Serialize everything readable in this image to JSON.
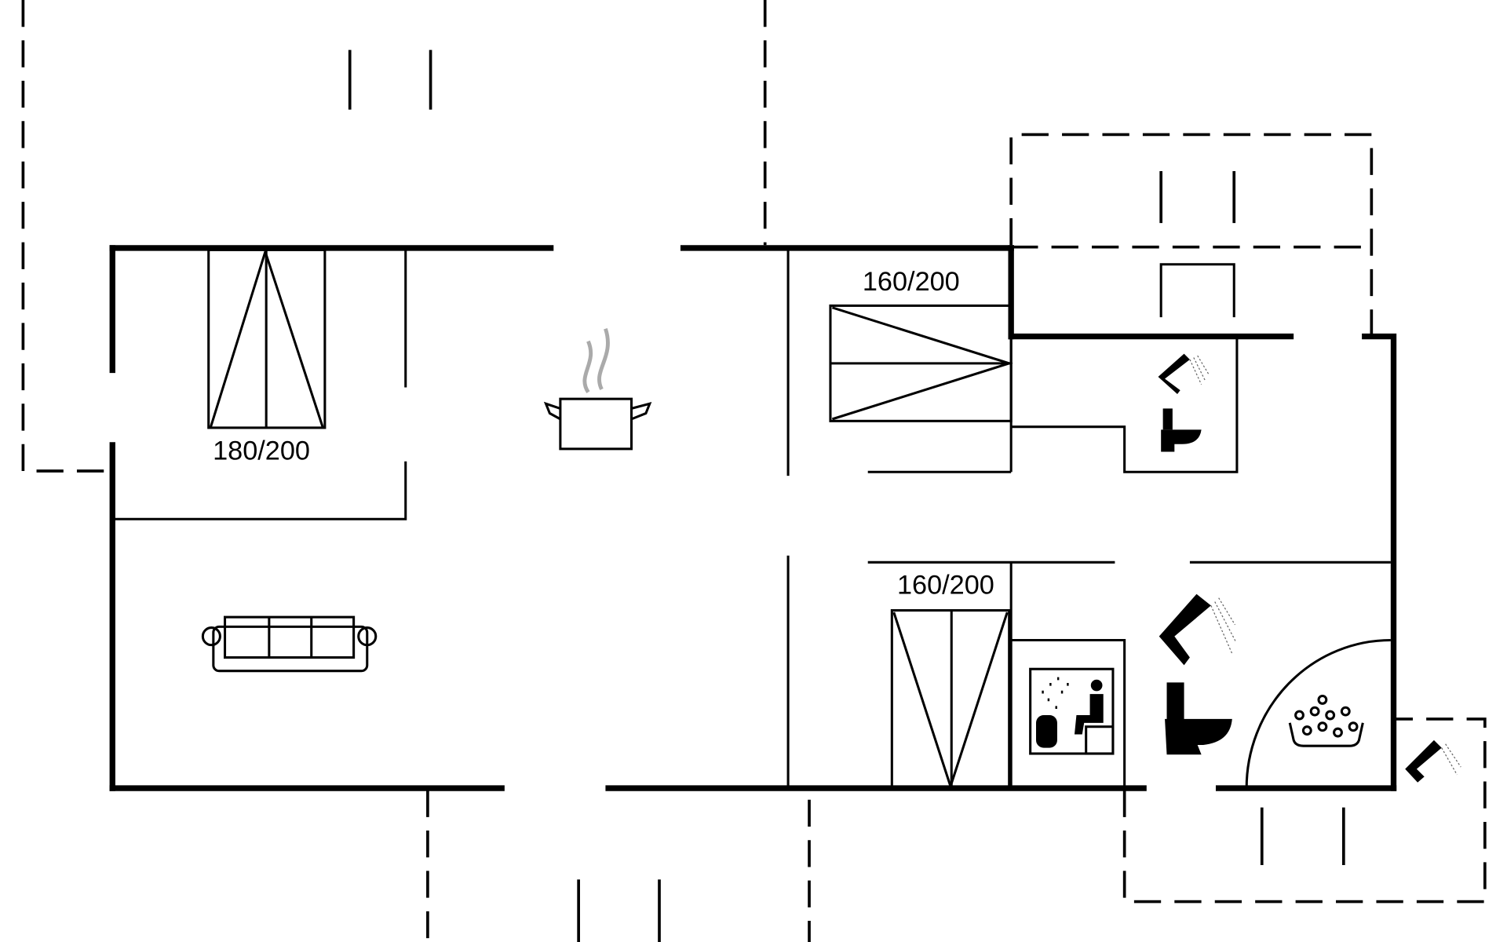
{
  "floorplan": {
    "bed_labels": {
      "bedroom_1": "180/200",
      "bedroom_2": "160/200",
      "bedroom_3": "160/200"
    },
    "icons": [
      "kitchen-pot-icon",
      "sofa-icon",
      "shower-icon",
      "toilet-icon",
      "sauna-icon",
      "jacuzzi-icon",
      "outdoor-shower-icon"
    ],
    "colors": {
      "line": "#000000",
      "steam": "#aaaaaa",
      "background": "#ffffff"
    }
  }
}
